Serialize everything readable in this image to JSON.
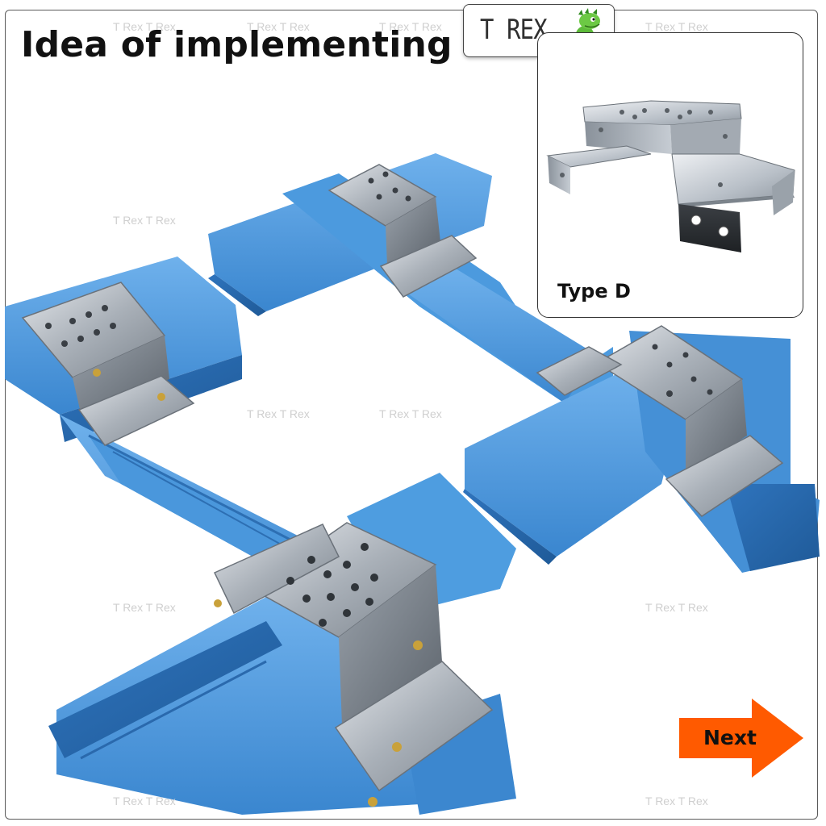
{
  "title": "Idea of implementing",
  "brand": {
    "text": "T REX"
  },
  "inset": {
    "label": "Type D"
  },
  "next": {
    "label": "Next",
    "color": "#ff5a00"
  },
  "watermark": {
    "text": "T Rex T Rex"
  },
  "colors": {
    "channel_blue": "#3f8fd6",
    "channel_dark": "#2a6db0",
    "bracket_steel": "#b9bfc6",
    "bracket_dark": "#6e757d"
  },
  "icons": [
    "dinosaur-mascot-icon",
    "arrow-right-icon"
  ]
}
